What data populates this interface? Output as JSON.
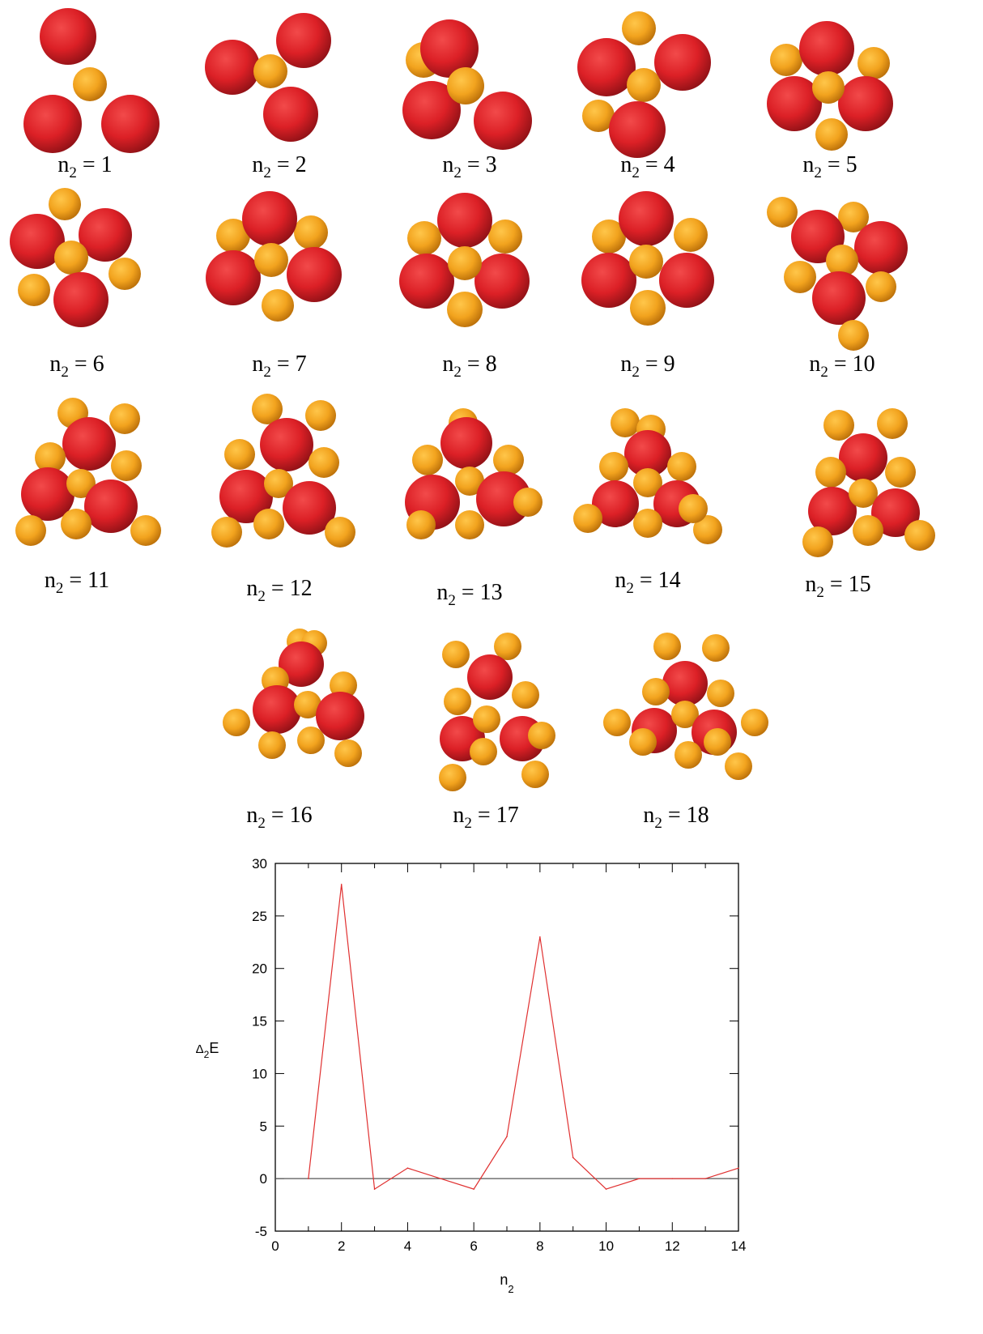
{
  "clusters": [
    {
      "label_var": "n",
      "label_sub": "2",
      "label_eq": " = ",
      "label_val": "1"
    },
    {
      "label_var": "n",
      "label_sub": "2",
      "label_eq": " = ",
      "label_val": "2"
    },
    {
      "label_var": "n",
      "label_sub": "2",
      "label_eq": " = ",
      "label_val": "3"
    },
    {
      "label_var": "n",
      "label_sub": "2",
      "label_eq": " = ",
      "label_val": "4"
    },
    {
      "label_var": "n",
      "label_sub": "2",
      "label_eq": " = ",
      "label_val": "5"
    },
    {
      "label_var": "n",
      "label_sub": "2",
      "label_eq": " = ",
      "label_val": "6"
    },
    {
      "label_var": "n",
      "label_sub": "2",
      "label_eq": " = ",
      "label_val": "7"
    },
    {
      "label_var": "n",
      "label_sub": "2",
      "label_eq": " = ",
      "label_val": "8"
    },
    {
      "label_var": "n",
      "label_sub": "2",
      "label_eq": " = ",
      "label_val": "9"
    },
    {
      "label_var": "n",
      "label_sub": "2",
      "label_eq": " = ",
      "label_val": "10"
    },
    {
      "label_var": "n",
      "label_sub": "2",
      "label_eq": " = ",
      "label_val": "11"
    },
    {
      "label_var": "n",
      "label_sub": "2",
      "label_eq": " = ",
      "label_val": "12"
    },
    {
      "label_var": "n",
      "label_sub": "2",
      "label_eq": " = ",
      "label_val": "13"
    },
    {
      "label_var": "n",
      "label_sub": "2",
      "label_eq": " = ",
      "label_val": "14"
    },
    {
      "label_var": "n",
      "label_sub": "2",
      "label_eq": " = ",
      "label_val": "15"
    },
    {
      "label_var": "n",
      "label_sub": "2",
      "label_eq": " = ",
      "label_val": "16"
    },
    {
      "label_var": "n",
      "label_sub": "2",
      "label_eq": " = ",
      "label_val": "17"
    },
    {
      "label_var": "n",
      "label_sub": "2",
      "label_eq": " = ",
      "label_val": "18"
    }
  ],
  "colors": {
    "large_atom": "#d8232a",
    "small_atom": "#f0a020",
    "line": "#e03030",
    "zero_line": "#555555"
  },
  "chart_data": {
    "type": "line",
    "title": "",
    "xlabel_main": "n",
    "xlabel_sub": "2",
    "ylabel_prefix": "Δ",
    "ylabel_sub": "2",
    "ylabel_main": "E",
    "xlim": [
      0,
      14
    ],
    "ylim": [
      -5,
      30
    ],
    "xticks": [
      0,
      2,
      4,
      6,
      8,
      10,
      12,
      14
    ],
    "yticks": [
      -5,
      0,
      5,
      10,
      15,
      20,
      25,
      30
    ],
    "grid": false,
    "zero_line": true,
    "series": [
      {
        "x": [
          1,
          2,
          3,
          4,
          5,
          6,
          7,
          8,
          9,
          10,
          11,
          12,
          13,
          14
        ],
        "y": [
          0,
          28,
          -1,
          1,
          0,
          -1,
          4,
          23,
          2,
          -1,
          0,
          0,
          0,
          1
        ]
      }
    ]
  }
}
